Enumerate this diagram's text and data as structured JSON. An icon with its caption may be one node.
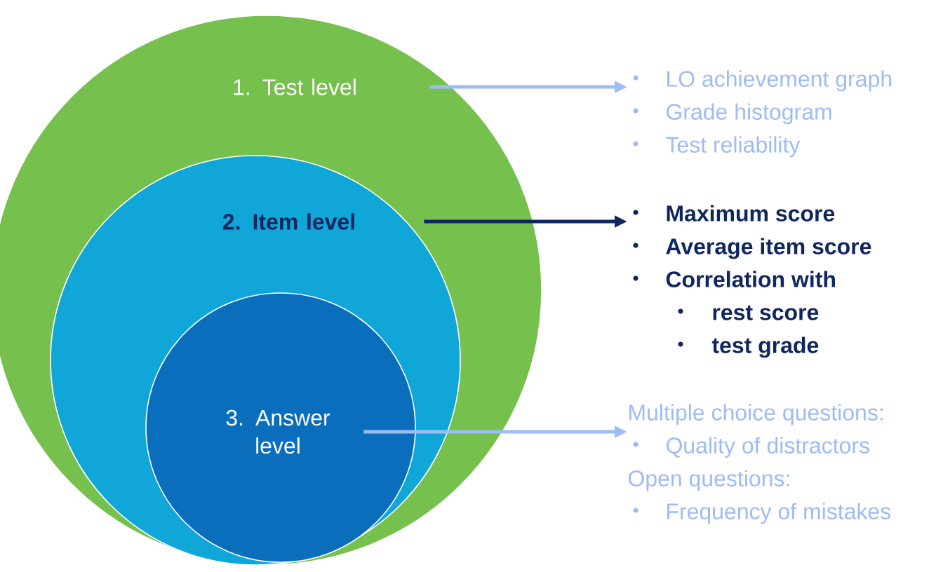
{
  "diagram": {
    "nodes": [
      {
        "text": [
          "1. Test level"
        ]
      },
      {
        "text": [
          "2. Item level"
        ],
        "in": 0
      },
      {
        "text": [
          "3. Answer level"
        ],
        "in": 1
      },
      {
        "text": [
          "LO achievement graph",
          "Grade histogram",
          "Test reliability"
        ]
      },
      {
        "text": [
          "Maximum score",
          "Average item score",
          "Correlation with",
          "rest score",
          "test grade"
        ]
      },
      {
        "text": [
          "Multiple choice questions:",
          "Quality of distractors",
          "Open questions:",
          "Frequency of mistakes"
        ]
      }
    ],
    "edges": [
      {
        "from": 0,
        "to": 3,
        "arrow": "to"
      },
      {
        "from": 1,
        "to": 4,
        "arrow": "to",
        "color": "#10265f"
      },
      {
        "from": 2,
        "to": 5,
        "arrow": "to"
      }
    ]
  }
}
